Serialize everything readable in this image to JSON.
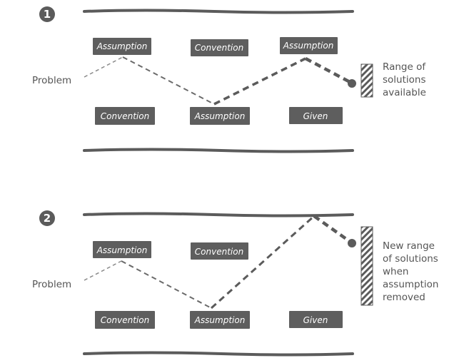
{
  "colors": {
    "ink": "#5b5b5b",
    "box": "#5e5e5e",
    "box_text": "#ffffff",
    "label_text": "#555555"
  },
  "panels": [
    {
      "number": "1",
      "problem_label": "Problem",
      "top_row": [
        "Assumption",
        "Convention",
        "Assumption"
      ],
      "bottom_row": [
        "Convention",
        "Assumption",
        "Given"
      ],
      "range_label_lines": [
        "Range of",
        "solutions",
        "available"
      ]
    },
    {
      "number": "2",
      "problem_label": "Problem",
      "top_row": [
        "Assumption",
        "Convention"
      ],
      "bottom_row": [
        "Convention",
        "Assumption",
        "Given"
      ],
      "range_label_lines": [
        "New range",
        "of solutions",
        "when",
        "assumption",
        "removed"
      ]
    }
  ]
}
